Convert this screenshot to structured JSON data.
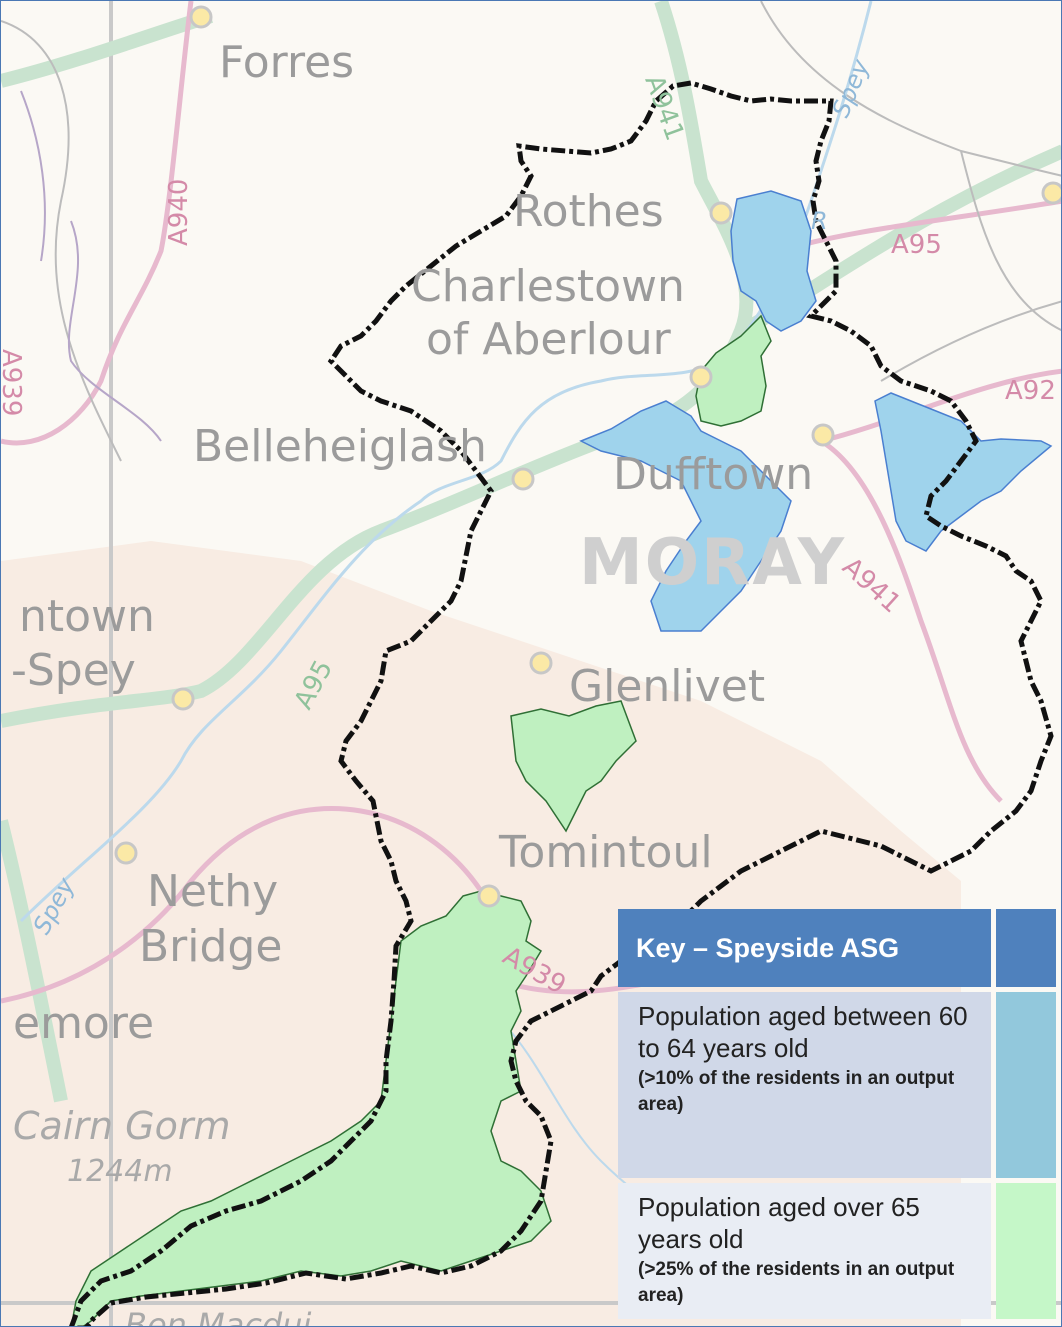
{
  "map": {
    "places": {
      "forres": "Forres",
      "rothes": "Rothes",
      "charlestown_1": "Charlestown",
      "charlestown_2": "of Aberlour",
      "belleheiglash": "Belleheiglash",
      "dufftown": "Dufftown",
      "grantown_1": "ntown",
      "grantown_2": "-Spey",
      "glenlivet": "Glenlivet",
      "tomintoul": "Tomintoul",
      "nethy_1": "Nethy",
      "nethy_2": "Bridge",
      "aviemore": "emore",
      "cairn_gorm": "Cairn Gorm",
      "cairn_gorm_height": "1244m",
      "ben_macdui": "Ben Macdui",
      "region": "MORAY"
    },
    "roads": {
      "a940": "A940",
      "a941_north": "A941",
      "a95_east": "A95",
      "a939_west": "A939",
      "a920": "A92",
      "a95_south": "A95",
      "a941_south": "A941",
      "a939_south": "A939"
    },
    "rivers": {
      "spey_north": "Spey",
      "spey_west": "Spey",
      "r_mark": "R"
    },
    "colors": {
      "boundary": "#111111",
      "blue_area": "#9fd3ec",
      "green_area": "#bff0c0",
      "settlement": "#fbe9a6"
    }
  },
  "key": {
    "title": "Key – Speyside ASG",
    "header_color": "#4f81bd",
    "rows": [
      {
        "main": "Population aged between 60 to 64 years old",
        "note": "(>10% of the residents in an output area)",
        "color": "#92c8dc"
      },
      {
        "main": "Population aged over 65 years old",
        "note": "(>25% of the residents in an output area)",
        "color": "#c5f7c8"
      }
    ]
  }
}
